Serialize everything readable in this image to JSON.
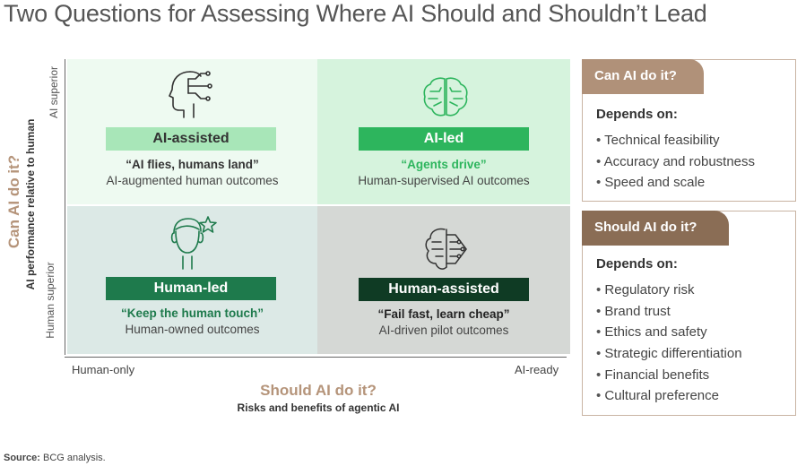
{
  "title": "Two Questions for Assessing Where AI Should and Shouldn’t Lead",
  "y_axis": {
    "title": "Can AI do it?",
    "subtitle": "AI performance relative to human",
    "top_label": "AI superior",
    "bottom_label": "Human superior"
  },
  "x_axis": {
    "title": "Should AI do it?",
    "subtitle": "Risks and benefits of agentic AI",
    "left_label": "Human-only",
    "right_label": "AI-ready"
  },
  "quadrants": [
    {
      "label": "AI-assisted",
      "quote": "“AI flies, humans land”",
      "description": "AI-augmented human outcomes",
      "icon": "ai-head-circuit-icon",
      "bar_color": "#a8e6b8",
      "label_color": "#333333",
      "quote_color": "#333333"
    },
    {
      "label": "AI-led",
      "quote": "“Agents drive”",
      "description": "Human-supervised AI outcomes",
      "icon": "brain-circuit-icon",
      "bar_color": "#2db55d",
      "label_color": "#ffffff",
      "quote_color": "#2db55d"
    },
    {
      "label": "Human-led",
      "quote": "“Keep the human touch”",
      "description": "Human-owned outcomes",
      "icon": "human-head-star-icon",
      "bar_color": "#1e7a4c",
      "label_color": "#ffffff",
      "quote_color": "#1e7a4c"
    },
    {
      "label": "Human-assisted",
      "quote": "“Fail fast, learn cheap”",
      "description": "AI-driven pilot outcomes",
      "icon": "brain-chip-icon",
      "bar_color": "#0f3b24",
      "label_color": "#ffffff",
      "quote_color": "#222222"
    }
  ],
  "panels": [
    {
      "heading": "Can AI do it?",
      "depends": "Depends on:",
      "items": [
        "Technical feasibility",
        "Accuracy and robustness",
        "Speed and scale"
      ]
    },
    {
      "heading": "Should AI do it?",
      "depends": "Depends on:",
      "items": [
        "Regulatory risk",
        "Brand trust",
        "Ethics and safety",
        "Strategic differentiation",
        "Financial benefits",
        "Cultural preference"
      ]
    }
  ],
  "source": {
    "label": "Source:",
    "text": "BCG analysis."
  }
}
